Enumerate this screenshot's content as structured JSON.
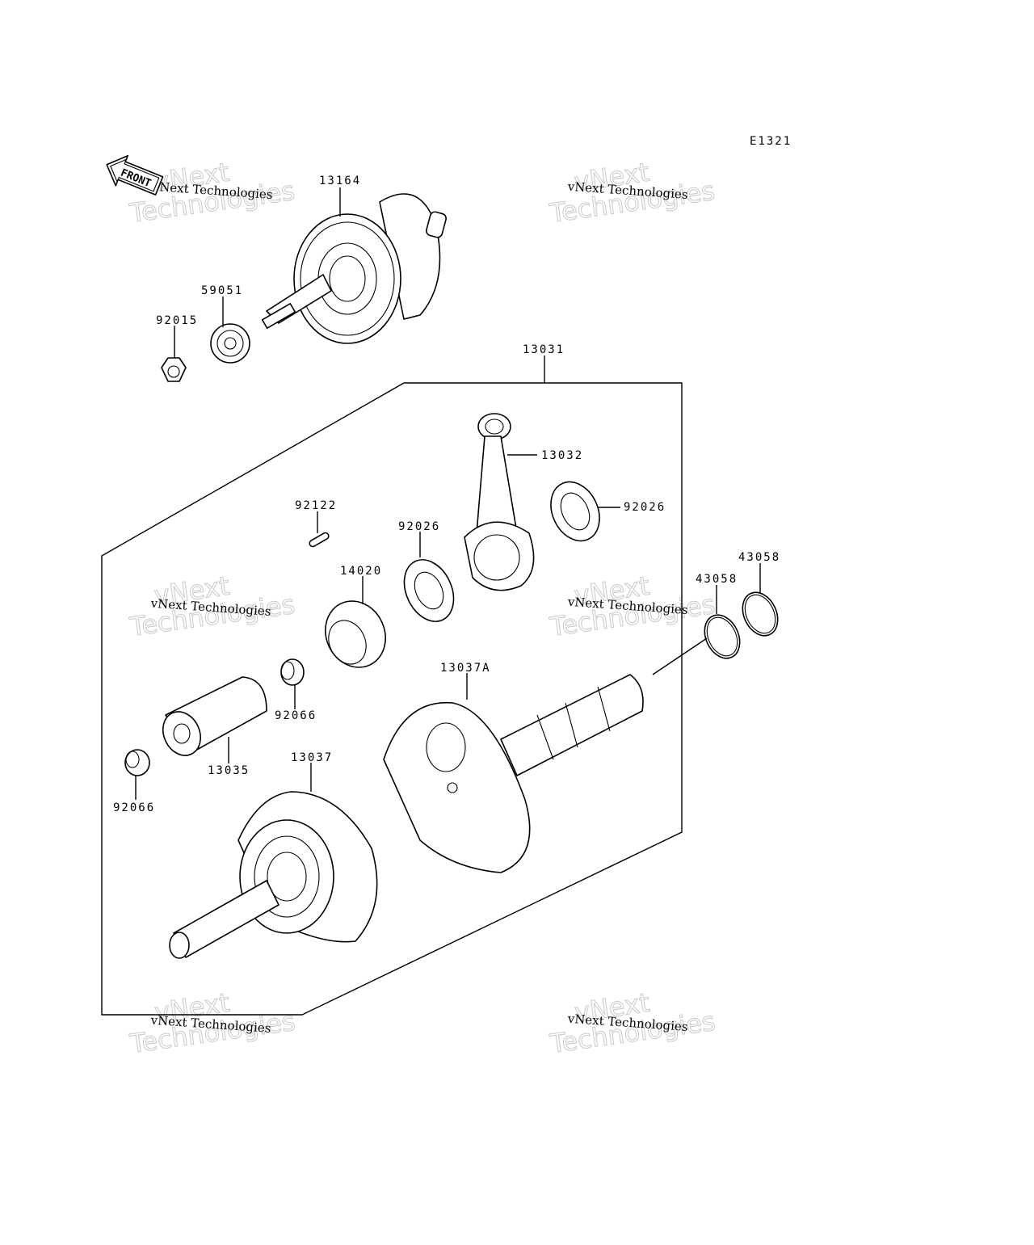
{
  "diagram": {
    "code": "E1321",
    "direction_badge": "FRONT",
    "labels": {
      "p13164": "13164",
      "p59051": "59051",
      "p92015": "92015",
      "p13031": "13031",
      "p13032": "13032",
      "p92026_a": "92026",
      "p92122": "92122",
      "p92026_b": "92026",
      "p14020": "14020",
      "p43058_a": "43058",
      "p43058_b": "43058",
      "p13037A": "13037A",
      "p92066_a": "92066",
      "p13035": "13035",
      "p13037": "13037",
      "p92066_b": "92066"
    }
  },
  "watermark": {
    "brand_line1": "vNext",
    "brand_line2": "Technologies",
    "small_text": "vNext Technologies"
  }
}
